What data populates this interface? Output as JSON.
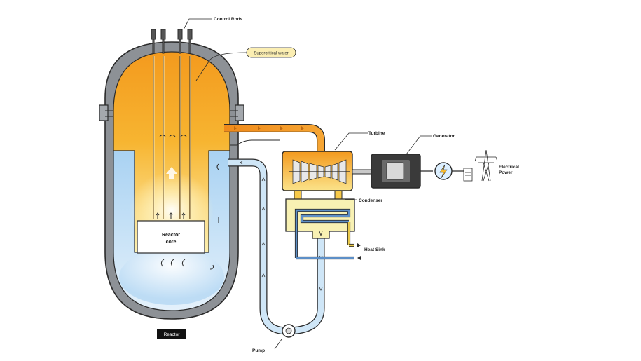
{
  "labels": {
    "control_rods": "Control Rods",
    "supercritical_water": "Supercritical water",
    "turbine": "Turbine",
    "generator": "Generator",
    "electrical_power_line1": "Electrical",
    "electrical_power_line2": "Power",
    "condenser": "Condenser",
    "heat_sink": "Heat Sink",
    "reactor_core_line1": "Reactor",
    "reactor_core_line2": "core",
    "pump": "Pump",
    "reactor": "Reactor"
  },
  "colors": {
    "hot_water": "#f39a1e",
    "hot_water_light": "#fde79a",
    "cold_water": "#cfe6f7",
    "cold_water_dark": "#9fc9ec",
    "vessel_shell": "#8d9196",
    "outline": "#2a2a2a",
    "condenser_fill": "#f8f1b3",
    "label_tag": "#111111"
  },
  "icons": {
    "generator": "generator-motor-icon",
    "power_meter": "lightning-meter-icon",
    "transmission": "power-pylon-icon",
    "pump": "pump-icon"
  }
}
